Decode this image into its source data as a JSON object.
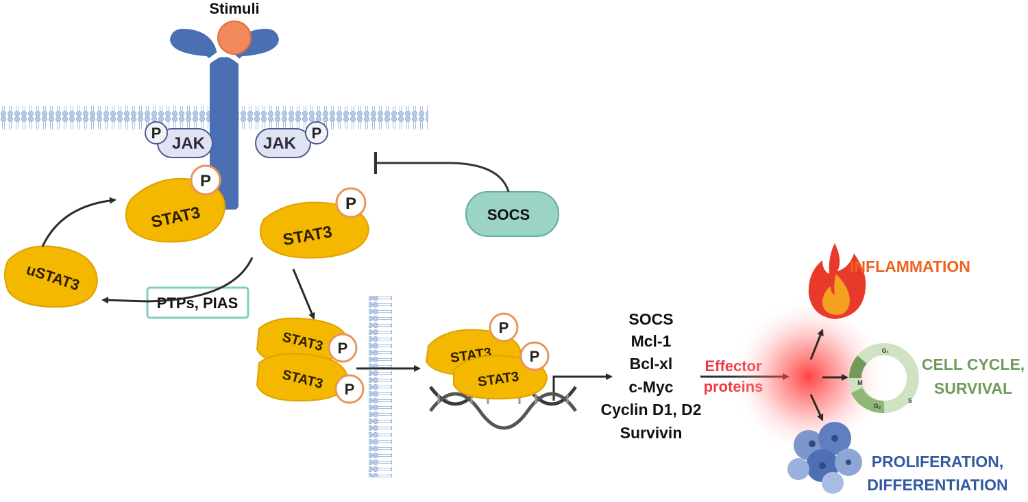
{
  "stimuli_label": "Stimuli",
  "jak_label": "JAK",
  "p_label": "P",
  "stat3_label": "STAT3",
  "ustat3_label": "uSTAT3",
  "socs_label": "SOCS",
  "ptps_label": "PTPs, PIAS",
  "target_genes": [
    "SOCS",
    "Mcl-1",
    "Bcl-xl",
    "c-Myc",
    "Cyclin D1, D2",
    "Survivin"
  ],
  "effector_label_line1": "Effector",
  "effector_label_line2": "proteins",
  "outcomes": {
    "inflammation": "INFLAMMATION",
    "cell_cycle_line1": "CELL CYCLE,",
    "cell_cycle_line2": "SURVIVAL",
    "proliferation_line1": "PROLIFERATION,",
    "proliferation_line2": "DIFFERENTIATION"
  },
  "cell_cycle_phases": [
    "G₁",
    "M",
    "G₂",
    "S"
  ],
  "colors": {
    "receptor": "#4a6fb2",
    "stat3": "#f5b800",
    "socs": "#9bd3c6",
    "inflammation": "#f0621f",
    "cell_cycle": "#6f9a5a",
    "proliferation": "#33599e",
    "effector": "#ee3a45",
    "membrane": "#9fb7d9"
  }
}
